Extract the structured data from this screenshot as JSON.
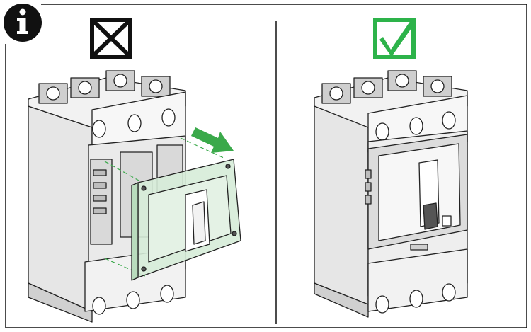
{
  "panels": [
    {
      "id": "incorrect",
      "status_icon": "cross-box-icon",
      "status_color": "#111111"
    },
    {
      "id": "correct",
      "status_icon": "check-box-icon",
      "status_color": "#2db34a"
    }
  ],
  "info_icon": {
    "name": "info-icon",
    "glyph": "i",
    "color": "#111111"
  },
  "colors": {
    "accent_green": "#3aa94a",
    "cover_fill": "#d6ecd8",
    "device_line": "#222222"
  }
}
